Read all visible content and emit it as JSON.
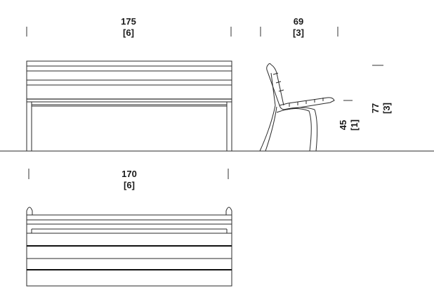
{
  "front_view": {
    "width_value": "175",
    "width_inch": "[6]"
  },
  "side_view": {
    "depth_value": "69",
    "depth_inch": "[3]",
    "seat_height_value": "45",
    "seat_height_inch": "[1]",
    "total_height_value": "77",
    "total_height_inch": "[3]"
  },
  "top_view": {
    "width_value": "170",
    "width_inch": "[6]"
  },
  "colors": {
    "line": "#2a2a2a",
    "text": "#1a1a1a",
    "background": "#ffffff"
  }
}
